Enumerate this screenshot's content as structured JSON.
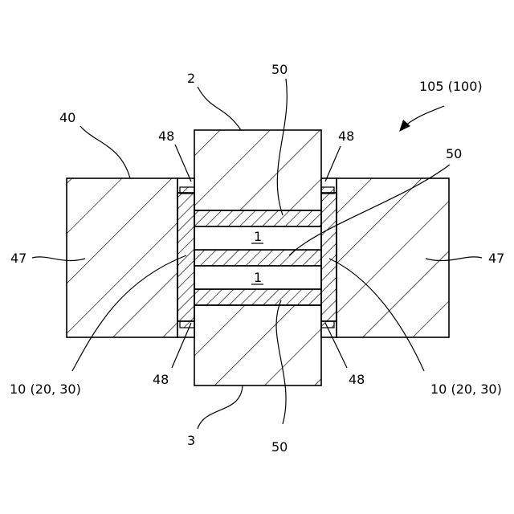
{
  "labels": {
    "assembly": "105 (100)",
    "frame": "40",
    "upper_block": "2",
    "lower_block": "3",
    "film_top": "50",
    "film_right": "50",
    "film_bottom": "50",
    "spacer_tl": "48",
    "spacer_tr": "48",
    "spacer_bl": "48",
    "spacer_br": "48",
    "side_left": "47",
    "side_right": "47",
    "cell_upper": "1",
    "cell_lower": "1",
    "wall_left": "10 (20, 30)",
    "wall_right": "10 (20, 30)"
  }
}
